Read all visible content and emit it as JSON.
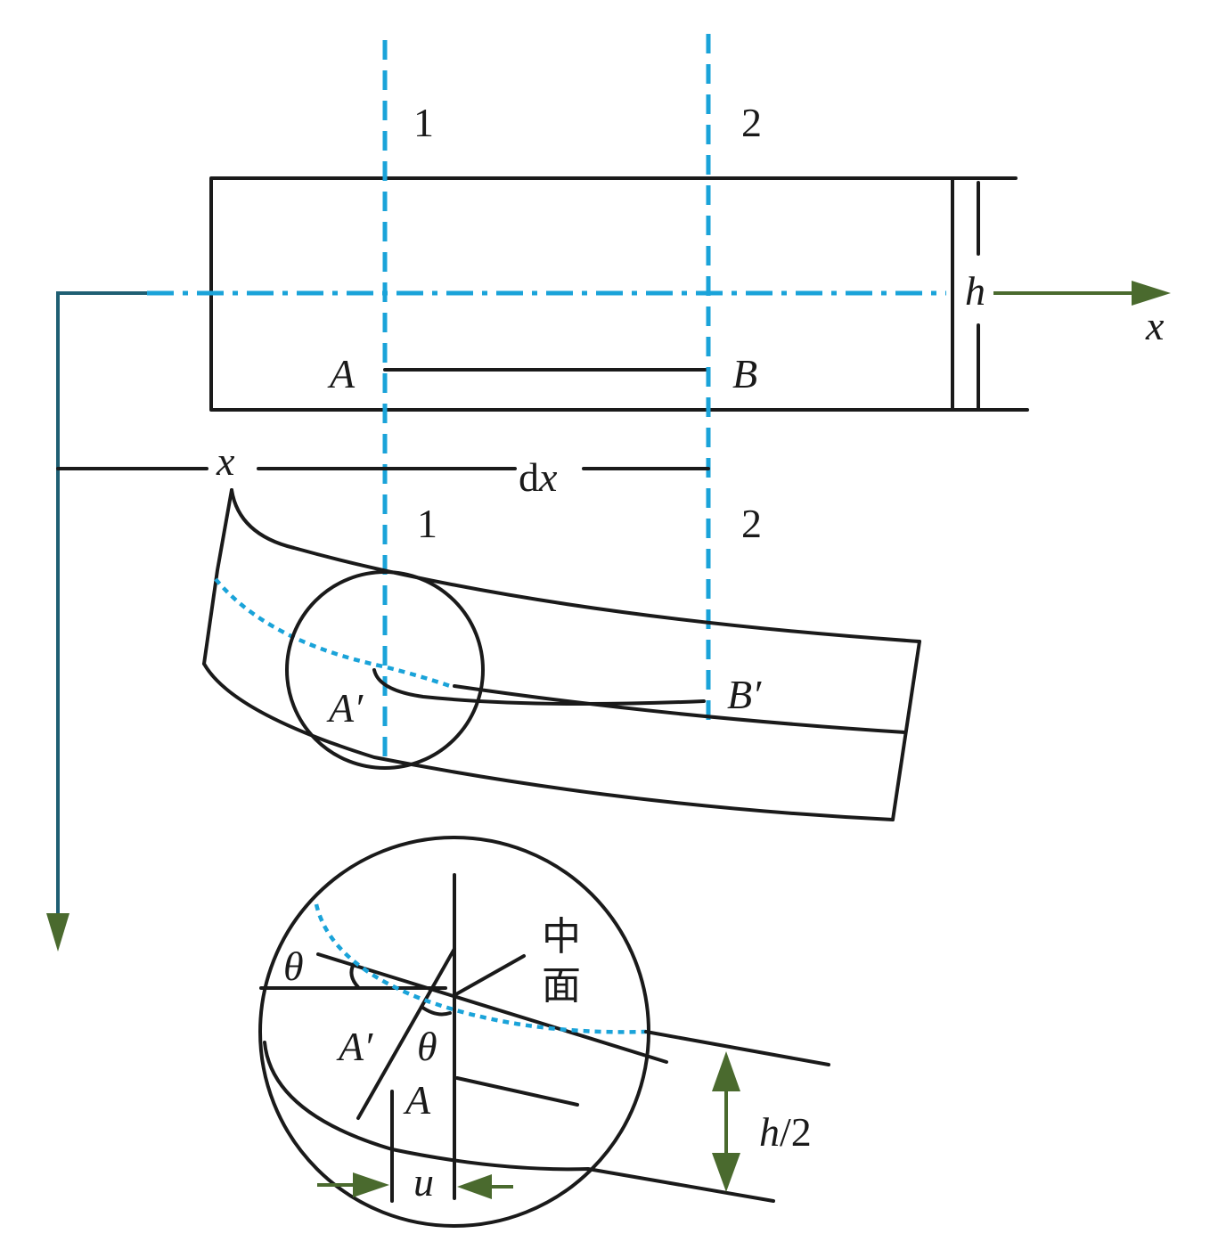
{
  "labels": {
    "section_1_top": "1",
    "section_2_top": "2",
    "section_1_bottom": "1",
    "section_2_bottom": "2",
    "h": "h",
    "x_axis": "x",
    "A": "A",
    "B": "B",
    "x_pos": "x",
    "dx_d": "d",
    "dx_x": "x",
    "A_prime": "A′",
    "B_prime": "B′",
    "theta_left": "θ",
    "mid_plane_1": "中",
    "mid_plane_2": "面",
    "A_prime_detail": "A′",
    "theta_detail": "θ",
    "A_detail": "A",
    "h_half_h": "h",
    "h_half_rest": "/2",
    "u": "u"
  },
  "colors": {
    "line": "#1a1a1a",
    "section_dash": "#1aa3d9",
    "axis": "#1f5f73",
    "arrow": "#4a6a2e"
  }
}
